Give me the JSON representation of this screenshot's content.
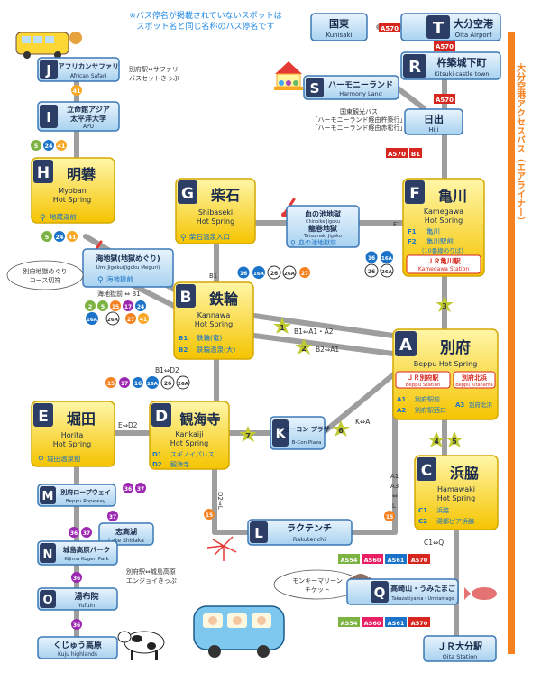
{
  "note": [
    "※バス停名が掲載されていないスポットは",
    "スポット名と同じ名称のバス停名です"
  ],
  "airport_line_label": "大分空港アクセスバス（エアライナー）",
  "colors": {
    "yellow": "#f7c600",
    "blue": "#1a73c8",
    "red": "#d7261e",
    "orange": "#f58220",
    "gray": "#a9a9a9",
    "green": "#7cb342",
    "purple": "#9c27b0",
    "navy": "#2c3e66"
  },
  "stops": {
    "T": {
      "letter": "T",
      "jp": "大分空港",
      "en": "Oita Airport"
    },
    "kunisaki": {
      "jp": "国東",
      "en": "Kunisaki"
    },
    "R": {
      "letter": "R",
      "jp": "杵築城下町",
      "en": "Kitsuki castle town"
    },
    "S": {
      "letter": "S",
      "jp": "ハーモニーランド",
      "en": "Harmony Land"
    },
    "hiji": {
      "jp": "日出",
      "en": "Hiji"
    },
    "J": {
      "letter": "J",
      "jp": "アフリカンサファリ",
      "en": "African Safari"
    },
    "I": {
      "letter": "I",
      "jp1": "立命館アジア",
      "jp2": "太平洋大学",
      "en": "APU"
    },
    "H": {
      "letter": "H",
      "jp": "明礬",
      "en1": "Myoban",
      "en2": "Hot Spring",
      "stop": "地蔵湯前"
    },
    "G": {
      "letter": "G",
      "jp": "柴石",
      "en1": "Shibaseki",
      "en2": "Hot Spring",
      "stop": "柴石温泉入口"
    },
    "F": {
      "letter": "F",
      "jp": "亀川",
      "en1": "Kamegawa",
      "en2": "Hot Spring",
      "s1": "亀川",
      "s2a": "亀川駅前",
      "s2b": "（10番線のりば）",
      "station_jp": "ＪＲ亀川駅",
      "station_en": "Kamegawa Station"
    },
    "umi": {
      "jp": "海地獄(地獄めぐり)",
      "en": "Umi Jigoku(Jigoku Meguri)",
      "stop": "海地獄前"
    },
    "chinoike": {
      "jp1": "血の池地獄",
      "jp2": "龍巻地獄",
      "en1": "Chinoike Jigoku",
      "en2": "Tatsumaki Jigoku",
      "stop": "血の池地獄前"
    },
    "B": {
      "letter": "B",
      "jp": "鉄輪",
      "en1": "Kannawa",
      "en2": "Hot Spring",
      "s1": "鉄輪(竜)",
      "s2": "鉄輪温泉(大)"
    },
    "A": {
      "letter": "A",
      "jp": "別府",
      "en": "Beppu Hot Spring",
      "st1_jp": "ＪＲ別府駅",
      "st1_en": "Beppu Station",
      "st2_jp": "別府北浜",
      "st2_en": "Beppu Kitahama",
      "a1": "別府駅前",
      "a2": "別府駅西口",
      "a3": "別府北浜"
    },
    "E": {
      "letter": "E",
      "jp": "堀田",
      "en1": "Horita",
      "en2": "Hot Spring",
      "stop": "堀田温泉前"
    },
    "D": {
      "letter": "D",
      "jp": "観海寺",
      "en1": "Kankaiji",
      "en2": "Hot Spring",
      "d1": "スギノイパレス",
      "d2": "観海寺"
    },
    "K": {
      "letter": "K",
      "jp": "ビーコン プラザ",
      "en": "B-Con Plaza"
    },
    "C": {
      "letter": "C",
      "jp": "浜脇",
      "en1": "Hamawaki",
      "en2": "Hot Spring",
      "c1": "浜脇",
      "c2": "湯都ピア浜脇"
    },
    "M": {
      "letter": "M",
      "jp": "別府ロープウェイ",
      "en": "Beppu Ropeway"
    },
    "shidaka": {
      "jp": "志高湖",
      "en": "Lake Shidaka"
    },
    "N": {
      "letter": "N",
      "jp": "城島高原パーク",
      "en": "Kijima Kogen Park"
    },
    "O": {
      "letter": "O",
      "jp": "湯布院",
      "en": "Yufuin"
    },
    "kuju": {
      "jp": "くじゅう高原",
      "en": "Kuju highlands"
    },
    "L": {
      "letter": "L",
      "jp": "ラクテンチ",
      "en": "Rakutenchi"
    },
    "Q": {
      "letter": "Q",
      "jp": "高崎山・うみたまご",
      "en": "Takazakiyama・Umitamago"
    },
    "oita": {
      "jp": "ＪＲ大分駅",
      "en": "Oita Station"
    }
  },
  "notes": {
    "safari": [
      "別府駅⇔サファリ",
      "バスセットきっぷ"
    ],
    "harmony": [
      "国東観光バス",
      "「ハーモニーランド経由杵築行」",
      "「ハーモニーランド経由赤松行」"
    ],
    "jigoku": [
      "別府地獄めぐり",
      "コース切符"
    ],
    "kijima": [
      "別府駅⇔城島高原",
      "エンジョイきっぷ"
    ],
    "monkey": [
      "モンキーマリーン",
      "チケット"
    ]
  },
  "connectors": {
    "umi_b1": "海地獄前 ⇔ B1",
    "b1_a1a2": "B1⇔A1・A2",
    "b2_a1": "B2⇔A1",
    "b1_d2": "B1⇔D2",
    "e_d2": "E⇔D2",
    "k_a": "K⇔A",
    "d2_l": "D2⇔L",
    "a1a3_l": [
      "A1",
      "A3",
      "⇔",
      "L"
    ],
    "c1_q": "C1⇔Q",
    "b1": "B1",
    "f1": "F1"
  },
  "routes": {
    "airport_kunisaki": "A570",
    "airport_r": "A570",
    "r_hiji": "A570",
    "hiji_a": [
      "A570",
      "B1"
    ],
    "h_buses": [
      "5",
      "24",
      "41"
    ],
    "i_buses": [
      "5",
      "24",
      "41"
    ],
    "umi_b_buses_1": [
      "2",
      "5",
      "15",
      "17",
      "24"
    ],
    "umi_b_buses_2": [
      "16A",
      "26A",
      "27",
      "41"
    ],
    "g_buses": [
      "16",
      "16A",
      "26",
      "26A",
      "27"
    ],
    "f_buses_1": [
      "16",
      "16A"
    ],
    "f_buses_2": [
      "26",
      "26A"
    ],
    "bd_buses": [
      "15",
      "17",
      "16",
      "16A",
      "26",
      "26A"
    ],
    "m_buses": [
      "36",
      "37"
    ],
    "shidaka_bus": [
      "37"
    ],
    "n_buses": [
      "36",
      "37"
    ],
    "o_bus": [
      "36"
    ],
    "kuju_bus": [
      "36"
    ],
    "dl_bus": "15",
    "al_bus": "15",
    "q_buses_1": [
      "AS54",
      "AS60",
      "AS61",
      "A570"
    ],
    "q_buses_2": [
      "AS54",
      "AS60",
      "AS61",
      "A570"
    ],
    "k_a_num": "6",
    "d_k_num": "7",
    "b1a_num": "1",
    "b2a_num": "2",
    "fa_num": "3",
    "ac_num1": "4",
    "ac_num2": "5"
  }
}
